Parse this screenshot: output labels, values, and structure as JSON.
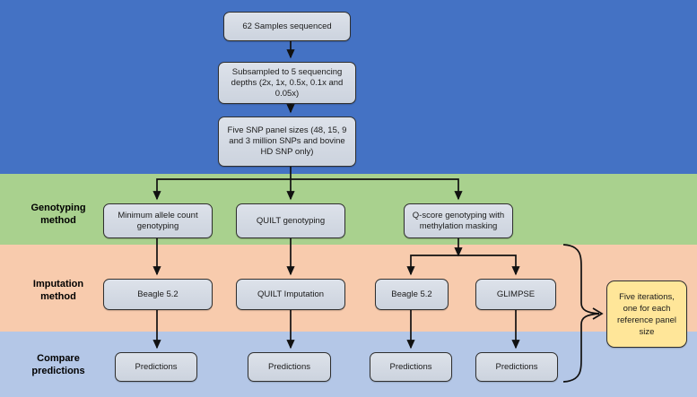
{
  "figure": {
    "type": "flowchart",
    "title": "Sequencing, genotyping, imputation and prediction workflow",
    "colors": {
      "band_sequencing": "#4472C4",
      "band_genotyping": "#A9D18E",
      "band_imputation": "#F8CBAD",
      "band_compare": "#B4C7E7",
      "node_fill": "#D3D9E3",
      "note_fill": "#FFE699",
      "stroke": "#2F2F2F"
    }
  },
  "bands": [
    {
      "id": "sequencing",
      "label": ""
    },
    {
      "id": "genotyping",
      "label": "Genotyping\nmethod",
      "line1": "Genotyping",
      "line2": "method"
    },
    {
      "id": "imputation",
      "label": "Imputation\nmethod",
      "line1": "Imputation",
      "line2": "method"
    },
    {
      "id": "compare",
      "label": "Compare\npredictions",
      "line1": "Compare",
      "line2": "predictions"
    }
  ],
  "nodes": {
    "samples": "62 Samples sequenced",
    "subsampled": "Subsampled to 5 sequencing depths (2x, 1x, 0.5x, 0.1x and 0.05x)",
    "panels": "Five SNP panel sizes (48, 15, 9 and 3 million SNPs and bovine HD SNP only)",
    "mac_genotyping": "Minimum allele count genotyping",
    "quilt_genotyping": "QUILT genotyping",
    "qscore_genotyping": "Q-score genotyping with methylation masking",
    "beagle_1": "Beagle 5.2",
    "quilt_imputation": "QUILT Imputation",
    "beagle_2": "Beagle 5.2",
    "glimpse": "GLIMPSE",
    "predictions_1": "Predictions",
    "predictions_2": "Predictions",
    "predictions_3": "Predictions",
    "predictions_4": "Predictions",
    "iterations_note": "Five iterations, one for each reference panel size"
  }
}
